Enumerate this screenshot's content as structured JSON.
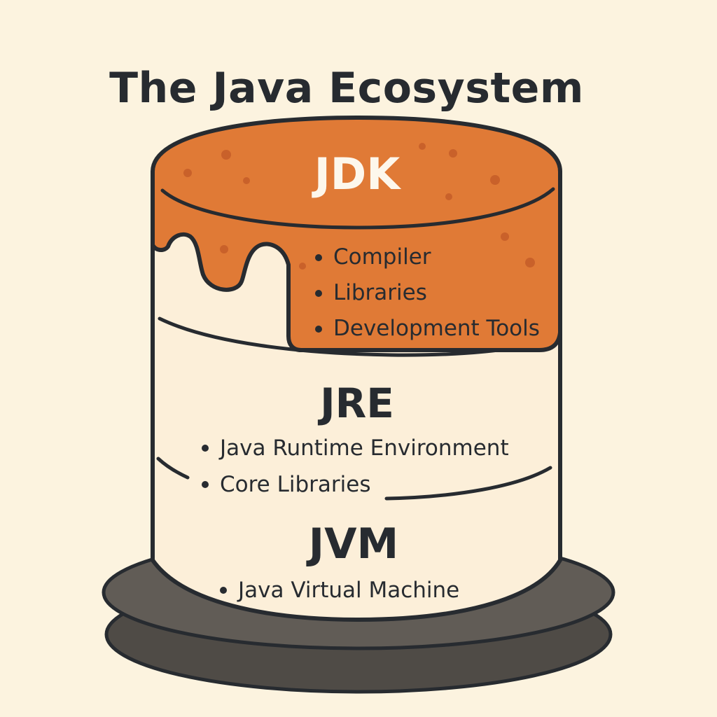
{
  "title": "The Java Ecosystem",
  "colors": {
    "background": "#fcf3df",
    "cake_body": "#fcefd9",
    "jdk_icing": "#e07a36",
    "outline": "#272b30",
    "plate": "#5e5a55"
  },
  "layers": {
    "jdk": {
      "title": "JDK",
      "items": [
        "Compiler",
        "Libraries",
        "Development Tools"
      ]
    },
    "jre": {
      "title": "JRE",
      "items": [
        "Java Runtime Environment",
        "Core Libraries"
      ]
    },
    "jvm": {
      "title": "JVM",
      "items": [
        "Java Virtual Machine"
      ]
    }
  }
}
